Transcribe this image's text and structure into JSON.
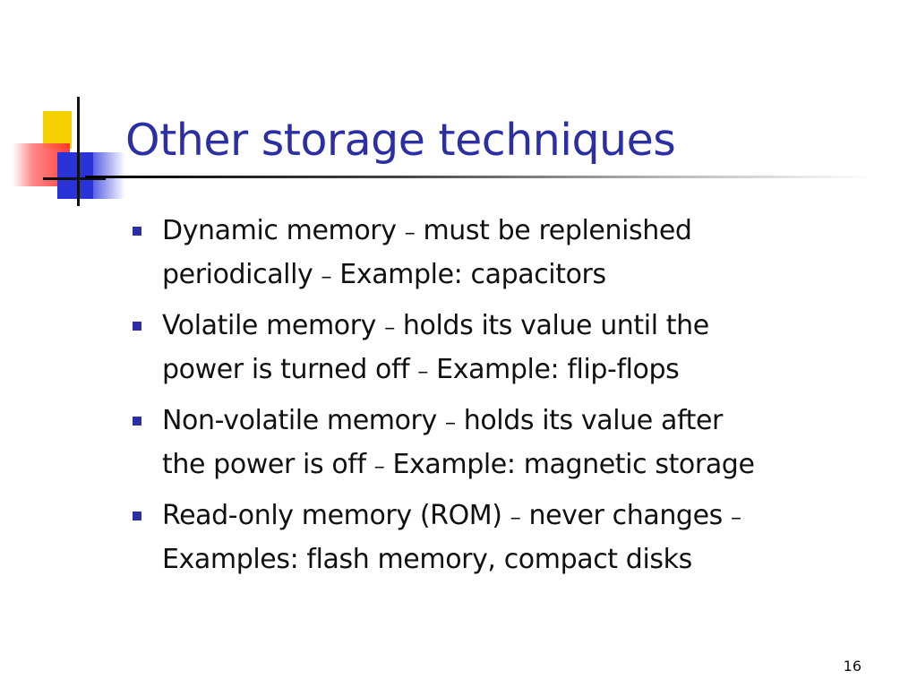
{
  "slide": {
    "title": "Other storage techniques",
    "page_number": "16"
  },
  "colors": {
    "title": "#2b2fa3",
    "bullet": "#2b2fa3",
    "logo_yellow": "#f5d000",
    "logo_red": "#ff2a2a",
    "logo_blue": "#2a33d8"
  },
  "bullets": [
    {
      "line1": {
        "a": "Dynamic memory ",
        "dash": "–",
        "b": " must be replenished"
      },
      "line2": {
        "a": "periodically ",
        "dash": "–",
        "b": " Example: capacitors"
      }
    },
    {
      "line1": {
        "a": "Volatile memory ",
        "dash": "–",
        "b": " holds its value until the"
      },
      "line2": {
        "a": "power is turned off ",
        "dash": "–",
        "b": " Example: flip-flops"
      }
    },
    {
      "line1": {
        "a": "Non-volatile memory ",
        "dash": "–",
        "b": " holds its value after"
      },
      "line2": {
        "a": "the power is off ",
        "dash": "–",
        "b": " Example: magnetic storage"
      }
    },
    {
      "line1": {
        "a": "Read-only memory (ROM) ",
        "dash": "–",
        "b": " never changes ",
        "dash2": "–"
      },
      "line2": {
        "a": "Examples: flash memory, compact disks"
      }
    }
  ]
}
